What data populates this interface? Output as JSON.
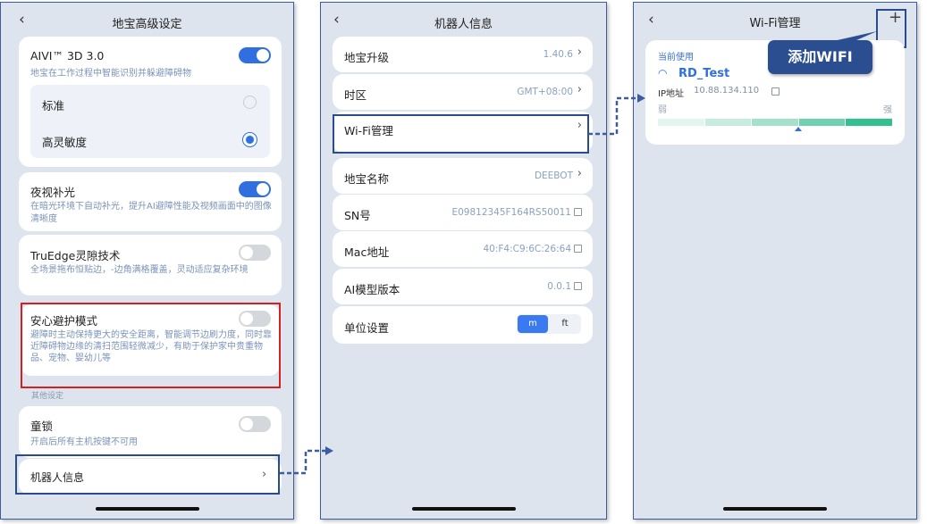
{
  "screen1": {
    "title": "地宝高级设定",
    "aivi": {
      "title": "AIVI™ 3D 3.0",
      "desc": "地宝在工作过程中智能识别并躲避障碍物",
      "on": true,
      "options": [
        {
          "label": "标准",
          "selected": false
        },
        {
          "label": "高灵敏度",
          "selected": true
        }
      ]
    },
    "night": {
      "title": "夜视补光",
      "desc": "在暗光环境下自动补光，提升AI避障性能及视频画面中的图像清晰度",
      "on": true
    },
    "truedge": {
      "title": "TruEdge灵隙技术",
      "desc": "全场景拖布恒贴边，-边角满格覆盖，灵动适应复杂环境",
      "on": false
    },
    "safe": {
      "title": "安心避护模式",
      "desc": "避障时主动保持更大的安全距离，智能调节边刷力度，同时靠近障碍物边缘的清扫范围轻微减少，有助于保护家中贵重物品、宠物、婴幼儿等",
      "on": false
    },
    "section": "其他设定",
    "childlock": {
      "title": "童锁",
      "desc": "开启后所有主机按键不可用",
      "on": false
    },
    "robotinfo": "机器人信息"
  },
  "screen2": {
    "title": "机器人信息",
    "rows": [
      {
        "label": "地宝升级",
        "value": "1.40.6"
      },
      {
        "label": "时区",
        "value": "GMT+08:00"
      },
      {
        "label": "Wi-Fi管理",
        "value": ""
      },
      {
        "label": "地宝名称",
        "value": "DEEBOT"
      },
      {
        "label": "SN号",
        "value": "E09812345F164RS50011"
      },
      {
        "label": "Mac地址",
        "value": "40:F4:C9:6C:26:64"
      },
      {
        "label": "AI模型版本",
        "value": "0.0.1"
      }
    ],
    "unit": {
      "label": "单位设置",
      "options": [
        "m",
        "ft"
      ],
      "selected": "m"
    }
  },
  "screen3": {
    "title": "Wi-Fi管理",
    "add": "+",
    "tooltip": "添加WIFI",
    "current": "当前使用",
    "ssid": "RD_Test",
    "ip_label": "IP地址",
    "ip": "10.88.134.110",
    "weak": "弱",
    "strong": "强",
    "signal_level": 4,
    "signal_max": 5
  }
}
